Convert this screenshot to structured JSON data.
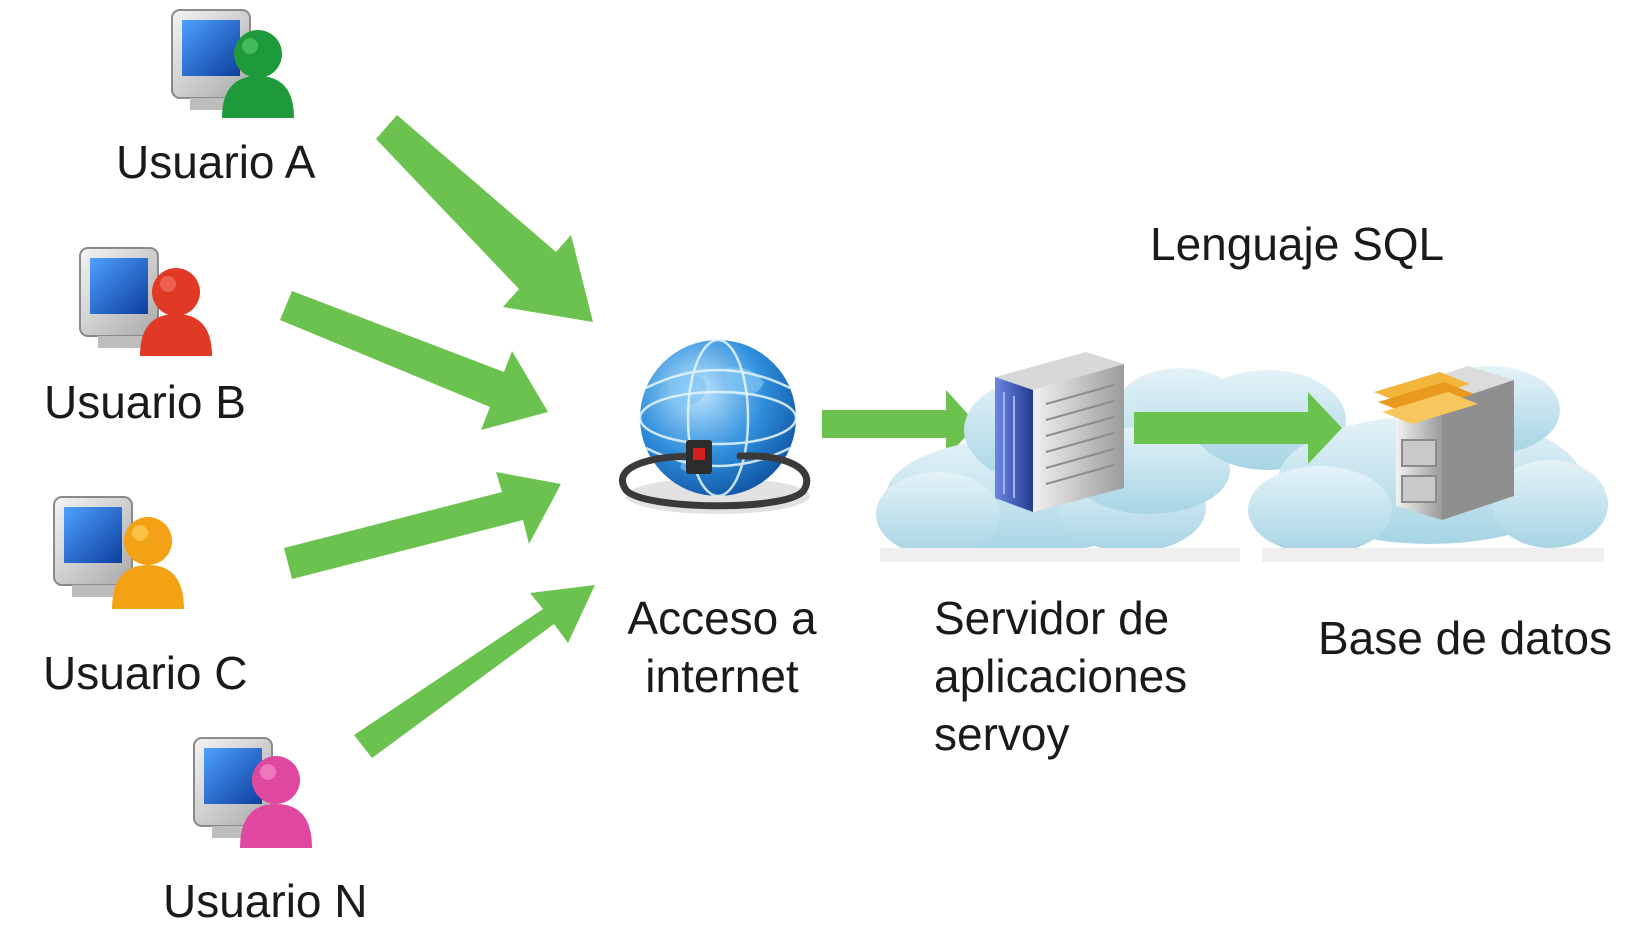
{
  "users": [
    {
      "label": "Usuario A",
      "person_color": "#1f9a3a",
      "person_highlight": "#52c86a"
    },
    {
      "label": "Usuario B",
      "person_color": "#e03a26",
      "person_highlight": "#f2735f"
    },
    {
      "label": "Usuario C",
      "person_color": "#f2a214",
      "person_highlight": "#ffd05a"
    },
    {
      "label": "Usuario N",
      "person_color": "#e0479f",
      "person_highlight": "#f58cc8"
    }
  ],
  "internet": {
    "line1": "Acceso a",
    "line2": "internet"
  },
  "app_server": {
    "line1": "Servidor de",
    "line2": "aplicaciones",
    "line3": "servoy"
  },
  "database": {
    "label": "Base de datos"
  },
  "sql_label": "Lenguaje SQL",
  "colors": {
    "arrow": "#6cc24f",
    "monitor_screen": "#1c63c9",
    "globe": "#2f8fdc",
    "cloud": "#bfe1ec",
    "server_front": "#3a55b5",
    "folder": "#f3b53a",
    "text": "#1a1a1a"
  }
}
